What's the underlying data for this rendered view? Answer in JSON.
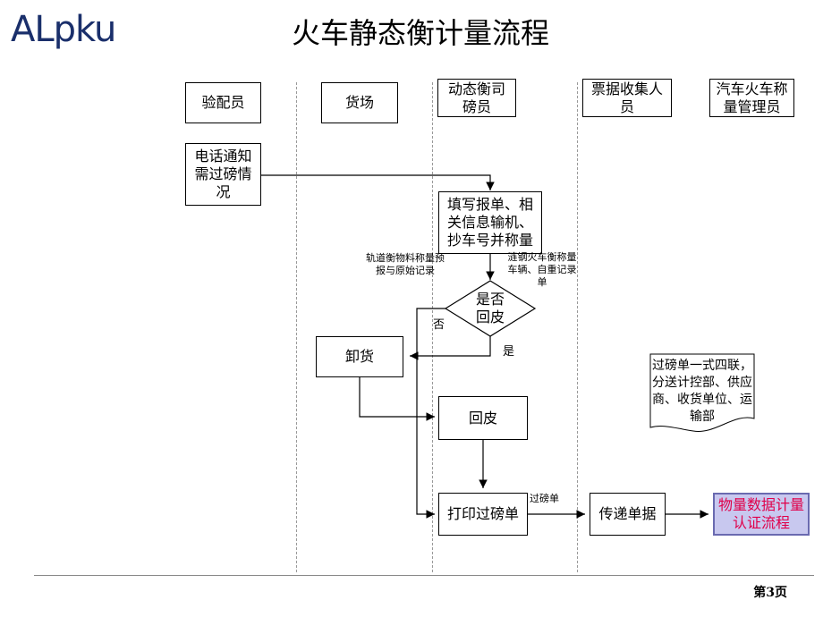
{
  "header": {
    "logo": "ALpku",
    "title": "火车静态衡计量流程"
  },
  "lanes": {
    "yanpei": "验配员",
    "huochang": "货场",
    "dongtai": "动态衡司磅员",
    "piaoju": "票据收集人员",
    "guanli": "汽车火车称量管理员"
  },
  "steps": {
    "phone": "电话通知需过磅情况",
    "fill": "填写报单、相关信息输机、抄车号并称量",
    "decision": "是否回皮",
    "unload": "卸货",
    "tare": "回皮",
    "print": "打印过磅单",
    "deliver": "传递单据",
    "link": "物量数据计量认证流程"
  },
  "notes": {
    "left_note": "轨道衡物料称量预报与原始记录",
    "right_note": "涟钢火车衡称量车辆、自重记录单",
    "no": "否",
    "yes": "是",
    "ticket": "过磅单",
    "doc": "过磅单一式四联，分送计控部、供应商、收货单位、运输部"
  },
  "footer": {
    "page": "第3页"
  }
}
